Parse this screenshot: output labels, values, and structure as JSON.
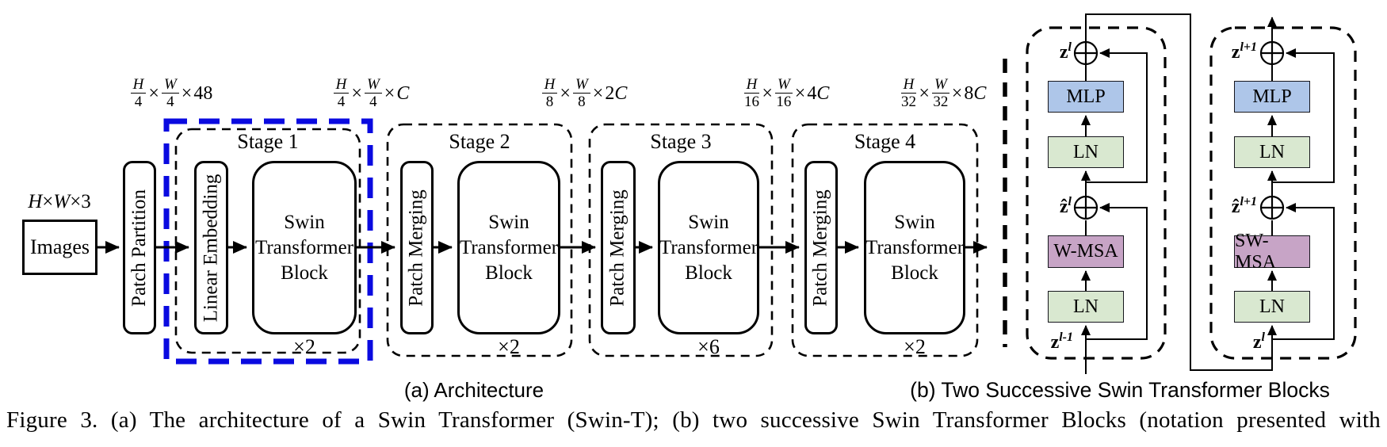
{
  "colors": {
    "mlp_fill": "#aec6e9",
    "ln_fill": "#d9e8d0",
    "msa_fill": "#c7a4c6",
    "highlight_blue": "#0a0ae0",
    "line_black": "#000000"
  },
  "architecture": {
    "input_dim": {
      "p1": "H",
      "x1": "×",
      "p2": "W",
      "x2": "×",
      "p3": "3"
    },
    "input_label": "Images",
    "patch_partition": "Patch Partition",
    "dims": [
      {
        "n1": "H",
        "d1": "4",
        "x1": "×",
        "n2": "W",
        "d2": "4",
        "x2": "×",
        "chn": "48",
        "chl": ""
      },
      {
        "n1": "H",
        "d1": "4",
        "x1": "×",
        "n2": "W",
        "d2": "4",
        "x2": "×",
        "chn": "",
        "chl": "C"
      },
      {
        "n1": "H",
        "d1": "8",
        "x1": "×",
        "n2": "W",
        "d2": "8",
        "x2": "×",
        "chn": "2",
        "chl": "C"
      },
      {
        "n1": "H",
        "d1": "16",
        "x1": "×",
        "n2": "W",
        "d2": "16",
        "x2": "×",
        "chn": "4",
        "chl": "C"
      },
      {
        "n1": "H",
        "d1": "32",
        "x1": "×",
        "n2": "W",
        "d2": "32",
        "x2": "×",
        "chn": "8",
        "chl": "C"
      }
    ],
    "stages": [
      {
        "name": "Stage 1",
        "pre": "Linear Embedding",
        "block": "Swin Transformer Block",
        "mult": "×2"
      },
      {
        "name": "Stage 2",
        "pre": "Patch Merging",
        "block": "Swin Transformer Block",
        "mult": "×2"
      },
      {
        "name": "Stage 3",
        "pre": "Patch Merging",
        "block": "Swin Transformer Block",
        "mult": "×6"
      },
      {
        "name": "Stage 4",
        "pre": "Patch Merging",
        "block": "Swin Transformer Block",
        "mult": "×2"
      }
    ]
  },
  "blocks": {
    "b1": {
      "out_base": "z",
      "out_sup": "l",
      "mlp": "MLP",
      "ln_top": "LN",
      "mid_base": "ẑ",
      "mid_sup": "l",
      "msa": "W-MSA",
      "ln_bottom": "LN",
      "in_base": "z",
      "in_sup": "l-1"
    },
    "b2": {
      "out_base": "z",
      "out_sup": "l+1",
      "mlp": "MLP",
      "ln_top": "LN",
      "mid_base": "ẑ",
      "mid_sup": "l+1",
      "msa": "SW-MSA",
      "ln_bottom": "LN",
      "in_base": "z",
      "in_sup": "l"
    }
  },
  "captions": {
    "a": "(a) Architecture",
    "b": "(b) Two Successive Swin Transformer Blocks",
    "figure": "Figure 3. (a) The architecture of a Swin Transformer (Swin-T); (b) two successive Swin Transformer Blocks (notation presented with"
  }
}
